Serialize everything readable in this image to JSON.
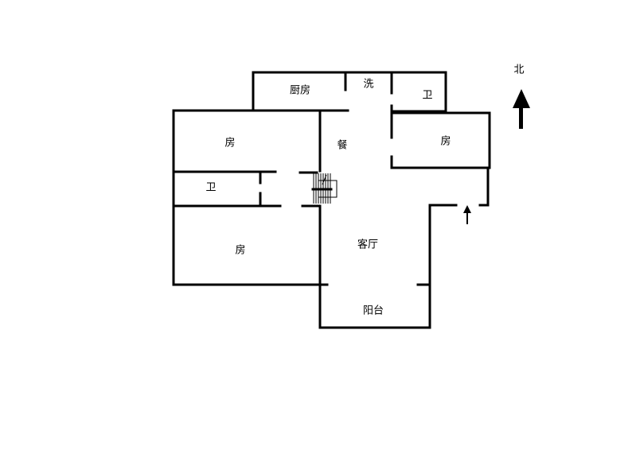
{
  "rooms": {
    "kitchen": "厨房",
    "wash": "洗",
    "bath_top": "卫",
    "bedroom_nw": "房",
    "dining": "餐",
    "bedroom_ne": "房",
    "bath_west": "卫",
    "living": "客厅",
    "bedroom_sw": "房",
    "balcony": "阳台"
  },
  "compass": {
    "label": "北",
    "icon": "north-arrow-icon"
  },
  "entrance": {
    "icon": "entrance-arrow-icon"
  }
}
